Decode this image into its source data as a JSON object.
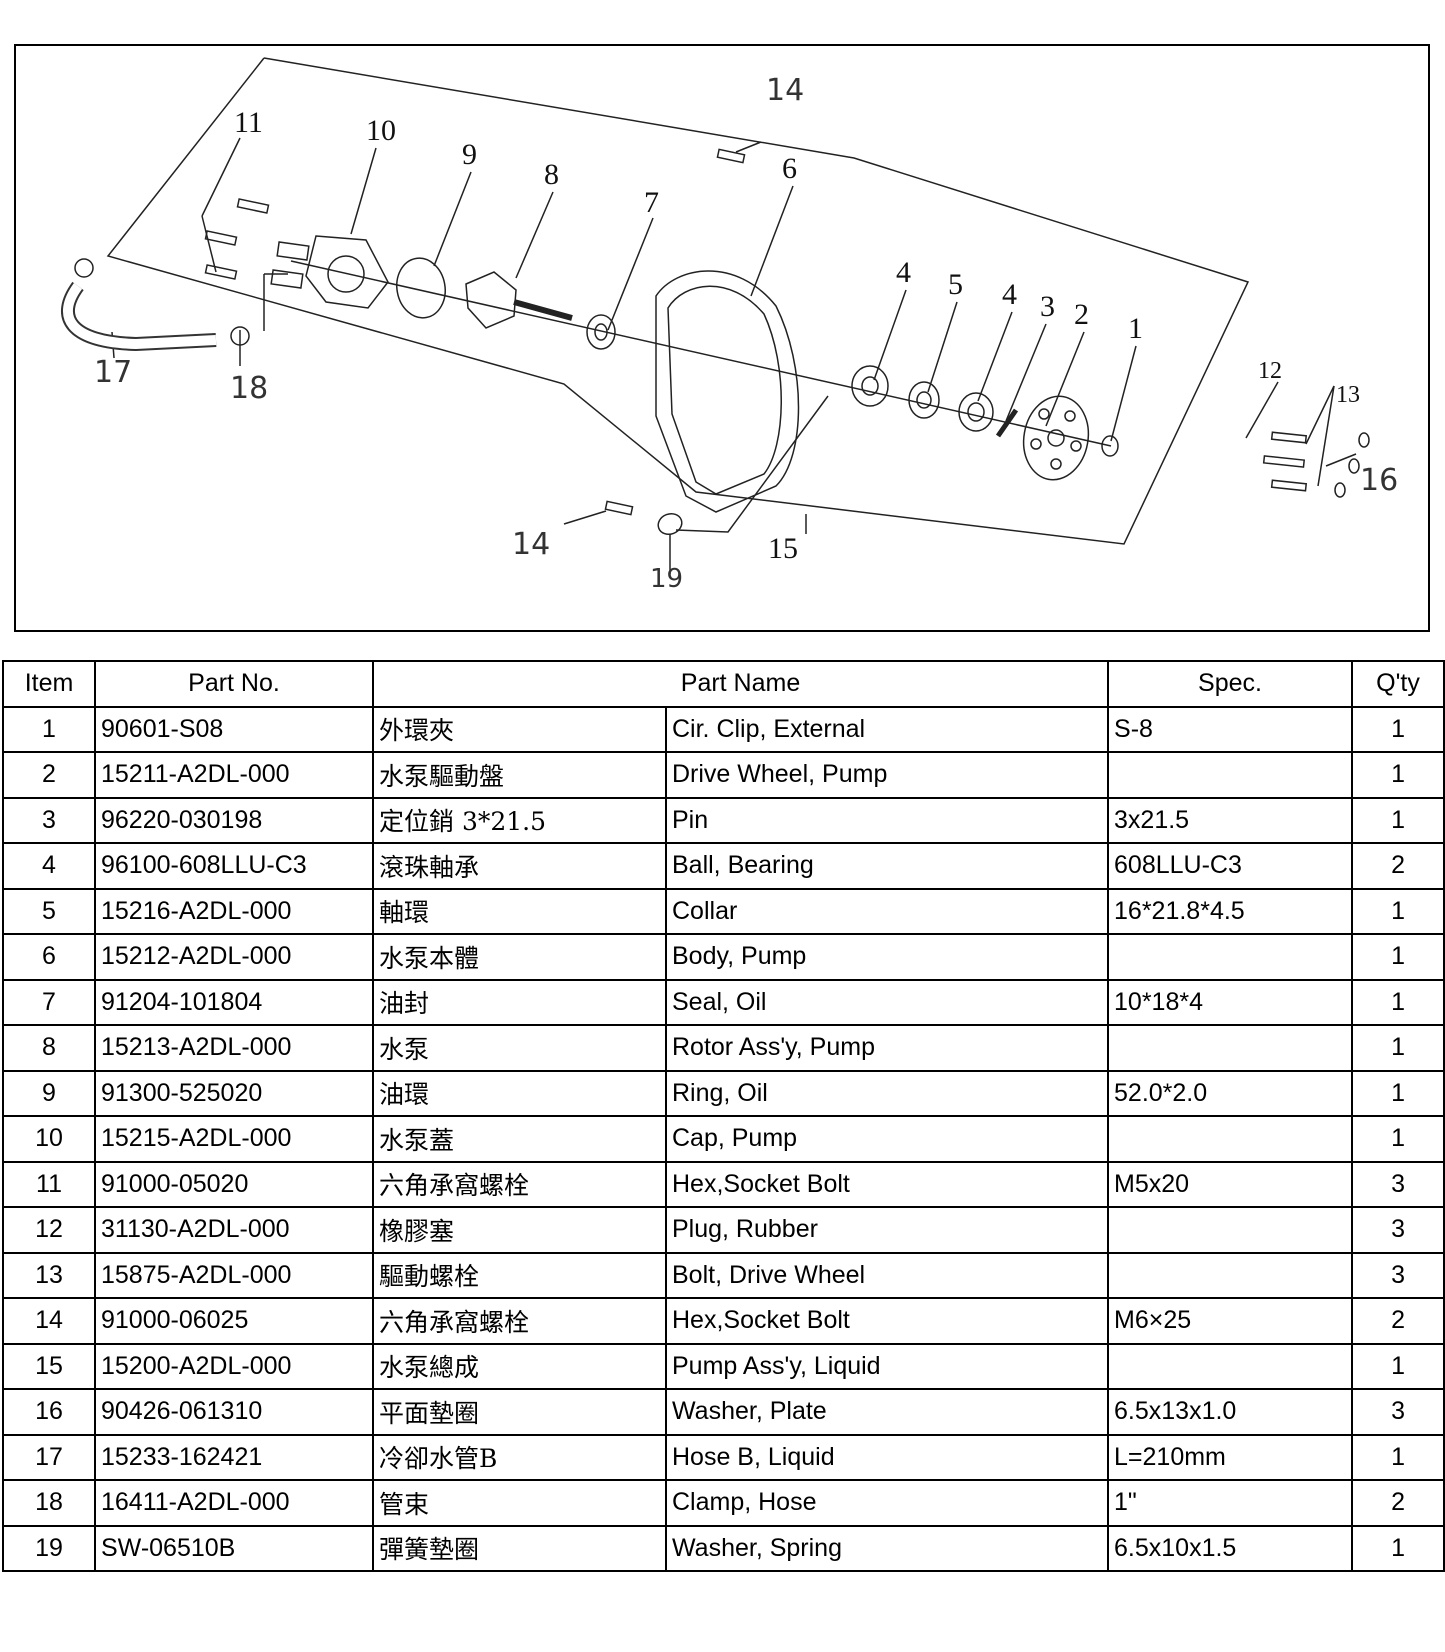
{
  "callouts": {
    "c1": "1",
    "c2": "2",
    "c3": "3",
    "c4a": "4",
    "c4b": "4",
    "c5": "5",
    "c6": "6",
    "c7": "7",
    "c8": "8",
    "c9": "9",
    "c10": "10",
    "c11": "11",
    "c12": "12",
    "c13": "13",
    "c14a": "14",
    "c14b": "14",
    "c15": "15",
    "c16": "16",
    "c17": "17",
    "c18": "18",
    "c19": "19"
  },
  "table": {
    "headers": {
      "item": "Item",
      "part_no": "Part No.",
      "part_name": "Part Name",
      "spec": "Spec.",
      "qty": "Q'ty"
    },
    "rows": [
      {
        "item": "1",
        "part_no": "90601-S08",
        "name_zh": "外環夾",
        "name_en": "Cir. Clip, External",
        "spec": "S-8",
        "qty": "1"
      },
      {
        "item": "2",
        "part_no": "15211-A2DL-000",
        "name_zh": "水泵驅動盤",
        "name_en": "Drive Wheel, Pump",
        "spec": "",
        "qty": "1"
      },
      {
        "item": "3",
        "part_no": "96220-030198",
        "name_zh": "定位銷 3*21.5",
        "name_en": "Pin",
        "spec": "3x21.5",
        "qty": "1"
      },
      {
        "item": "4",
        "part_no": "96100-608LLU-C3",
        "name_zh": "滾珠軸承",
        "name_en": "Ball, Bearing",
        "spec": "608LLU-C3",
        "qty": "2"
      },
      {
        "item": "5",
        "part_no": "15216-A2DL-000",
        "name_zh": "軸環",
        "name_en": "Collar",
        "spec": "16*21.8*4.5",
        "qty": "1"
      },
      {
        "item": "6",
        "part_no": "15212-A2DL-000",
        "name_zh": "水泵本體",
        "name_en": "Body, Pump",
        "spec": "",
        "qty": "1"
      },
      {
        "item": "7",
        "part_no": "91204-101804",
        "name_zh": "油封",
        "name_en": "Seal, Oil",
        "spec": "10*18*4",
        "qty": "1"
      },
      {
        "item": "8",
        "part_no": "15213-A2DL-000",
        "name_zh": "水泵",
        "name_en": "Rotor Ass'y, Pump",
        "spec": "",
        "qty": "1"
      },
      {
        "item": "9",
        "part_no": "91300-525020",
        "name_zh": "油環",
        "name_en": "Ring, Oil",
        "spec": "52.0*2.0",
        "qty": "1"
      },
      {
        "item": "10",
        "part_no": "15215-A2DL-000",
        "name_zh": "水泵蓋",
        "name_en": "Cap, Pump",
        "spec": "",
        "qty": "1"
      },
      {
        "item": "11",
        "part_no": "91000-05020",
        "name_zh": "六角承窩螺栓",
        "name_en": "Hex,Socket Bolt",
        "spec": "M5x20",
        "qty": "3"
      },
      {
        "item": "12",
        "part_no": "31130-A2DL-000",
        "name_zh": "橡膠塞",
        "name_en": "Plug, Rubber",
        "spec": "",
        "qty": "3"
      },
      {
        "item": "13",
        "part_no": "15875-A2DL-000",
        "name_zh": "驅動螺栓",
        "name_en": "Bolt, Drive Wheel",
        "spec": "",
        "qty": "3"
      },
      {
        "item": "14",
        "part_no": "91000-06025",
        "name_zh": "六角承窩螺栓",
        "name_en": "Hex,Socket Bolt",
        "spec": "M6×25",
        "qty": "2"
      },
      {
        "item": "15",
        "part_no": "15200-A2DL-000",
        "name_zh": "水泵總成",
        "name_en": "Pump Ass'y, Liquid",
        "spec": "",
        "qty": "1"
      },
      {
        "item": "16",
        "part_no": "90426-061310",
        "name_zh": "平面墊圈",
        "name_en": "Washer, Plate",
        "spec": "6.5x13x1.0",
        "qty": "3"
      },
      {
        "item": "17",
        "part_no": "15233-162421",
        "name_zh": "冷卻水管B",
        "name_en": "Hose B, Liquid",
        "spec": "L=210mm",
        "qty": "1"
      },
      {
        "item": "18",
        "part_no": "16411-A2DL-000",
        "name_zh": "管束",
        "name_en": "Clamp, Hose",
        "spec": "1\"",
        "qty": "2"
      },
      {
        "item": "19",
        "part_no": "SW-06510B",
        "name_zh": "彈簧墊圈",
        "name_en": "Washer, Spring",
        "spec": "6.5x10x1.5",
        "qty": "1"
      }
    ]
  }
}
